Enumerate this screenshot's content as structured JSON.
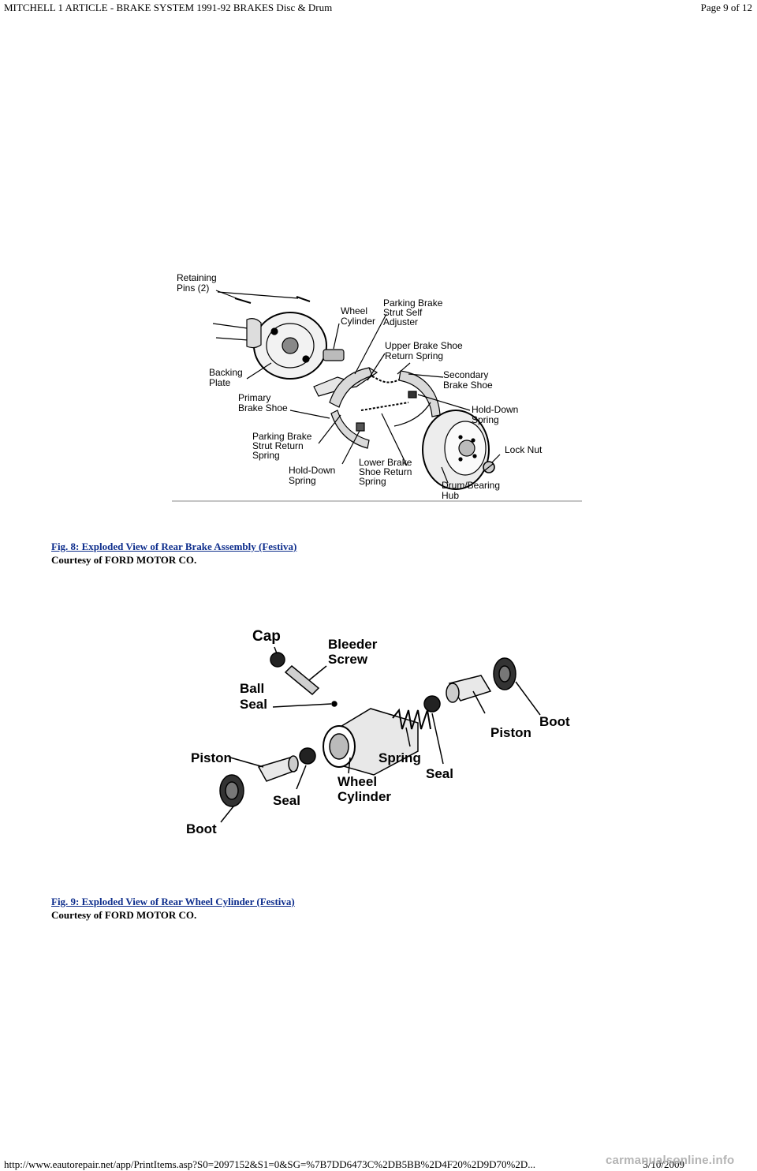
{
  "header": {
    "title": "MITCHELL 1 ARTICLE - BRAKE SYSTEM 1991-92 BRAKES Disc & Drum",
    "page": "Page 9 of 12"
  },
  "figure8": {
    "labels": {
      "retaining_pins": [
        "Retaining",
        "Pins (2)"
      ],
      "wheel_cylinder": [
        "Wheel",
        "Cylinder"
      ],
      "strut_adjuster": [
        "Parking Brake",
        "Strut Self",
        "Adjuster"
      ],
      "upper_spring": [
        "Upper Brake Shoe",
        "Return Spring"
      ],
      "backing_plate": [
        "Backing",
        "Plate"
      ],
      "secondary_shoe": [
        "Secondary",
        "Brake Shoe"
      ],
      "primary_shoe": [
        "Primary",
        "Brake Shoe"
      ],
      "hold_down_spring_right": [
        "Hold-Down",
        "Spring"
      ],
      "strut_return_spring": [
        "Parking Brake",
        "Strut Return",
        "Spring"
      ],
      "lock_nut": [
        "Lock Nut"
      ],
      "hold_down_spring_left": [
        "Hold-Down",
        "Spring"
      ],
      "lower_spring": [
        "Lower Brake",
        "Shoe Return",
        "Spring"
      ],
      "drum_hub": [
        "Drum/Bearing",
        "Hub"
      ]
    },
    "caption_link": "Fig. 8: Exploded View of Rear Brake Assembly (Festiva)",
    "caption_credit": "Courtesy of FORD MOTOR CO."
  },
  "figure9": {
    "labels": {
      "cap": [
        "Cap"
      ],
      "bleeder_screw": [
        "Bleeder",
        "Screw"
      ],
      "ball_seal": [
        "Ball",
        "Seal"
      ],
      "piston_right": [
        "Piston"
      ],
      "boot_right": [
        "Boot"
      ],
      "spring": [
        "Spring"
      ],
      "seal_right": [
        "Seal"
      ],
      "piston_left": [
        "Piston"
      ],
      "wheel_cylinder": [
        "Wheel",
        "Cylinder"
      ],
      "seal_left": [
        "Seal"
      ],
      "boot_left": [
        "Boot"
      ]
    },
    "caption_link": "Fig. 9: Exploded View of Rear Wheel Cylinder (Festiva)",
    "caption_credit": "Courtesy of FORD MOTOR CO."
  },
  "footer": {
    "url": "http://www.eautorepair.net/app/PrintItems.asp?S0=2097152&S1=0&SG=%7B7DD6473C%2DB5BB%2D4F20%2D9D70%2D...",
    "date": "3/10/2009",
    "watermark": "carmanualsonline.info"
  }
}
